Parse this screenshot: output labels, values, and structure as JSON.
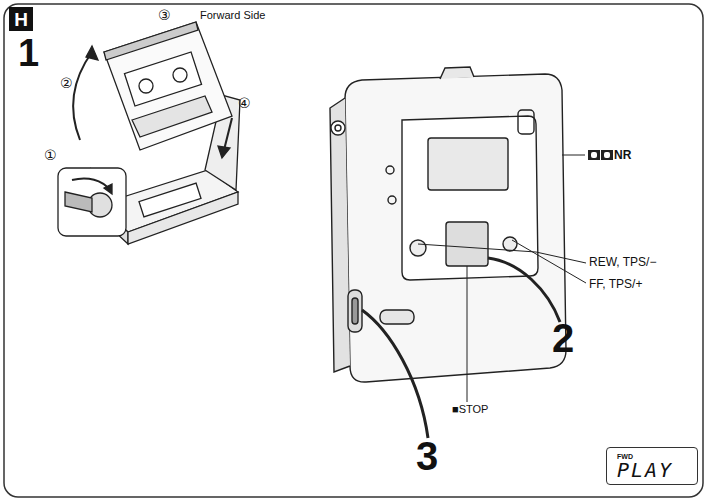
{
  "diagram": {
    "nodes": [
      {
        "text": [
          "H"
        ]
      },
      {
        "text": [
          "FWD",
          "PLAY"
        ]
      }
    ],
    "labels": [
      "1",
      "③",
      "Forward Side",
      "②",
      "④",
      "①",
      "NR",
      "REW, TPS/−",
      "FF, TPS/+",
      "■STOP",
      "2",
      "3"
    ]
  }
}
